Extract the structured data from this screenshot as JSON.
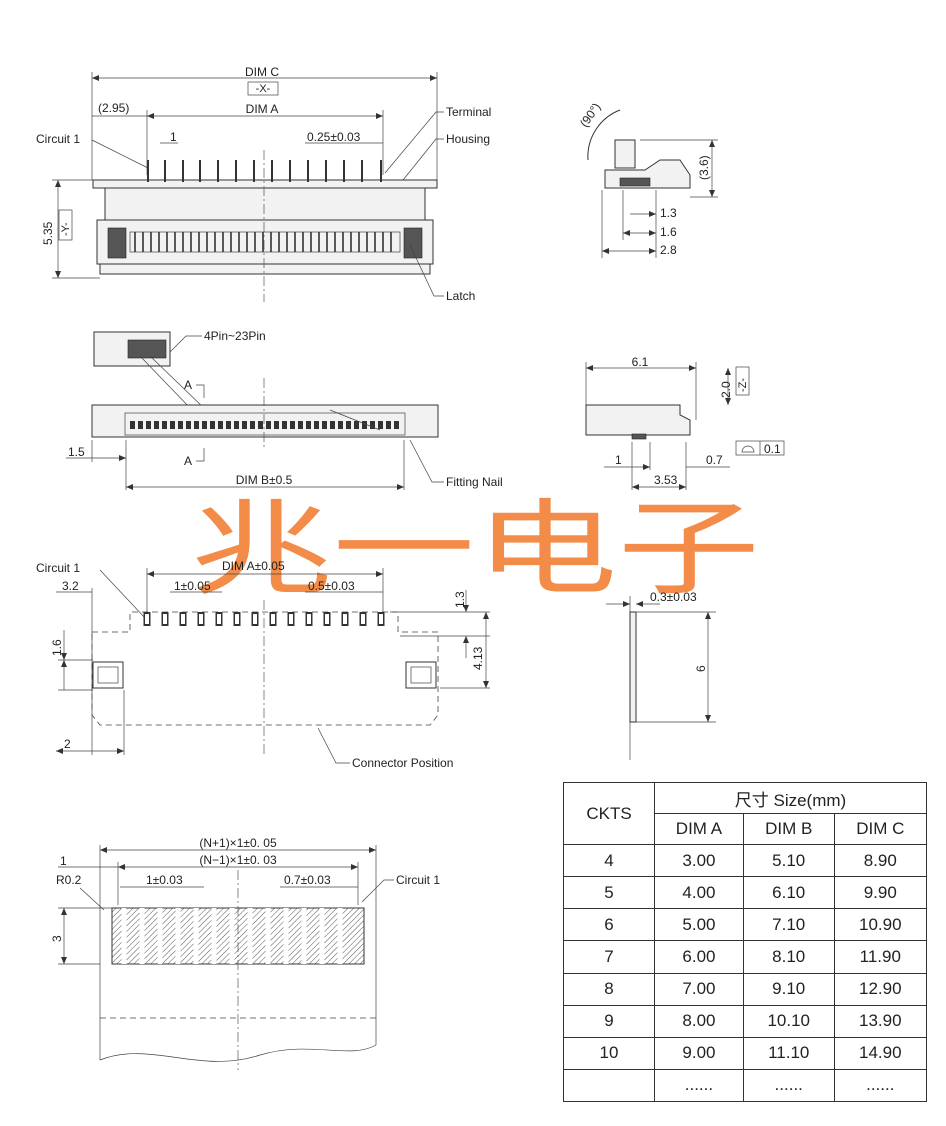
{
  "top_view": {
    "dim_c": "DIM C",
    "x_datum": "-X-",
    "dim_a": "DIM A",
    "offset": "(2.95)",
    "circuit1": "Circuit 1",
    "pin1": "1",
    "pitch": "0.25±0.03",
    "terminal": "Terminal",
    "housing": "Housing",
    "latch": "Latch",
    "height": "5.35",
    "y_datum": "-Y-"
  },
  "side_view": {
    "angle": "(90°)",
    "h": "(3.6)",
    "d1": "1.3",
    "d2": "1.6",
    "d3": "2.8"
  },
  "front_view": {
    "pins": "4Pin~23Pin",
    "section_a": "A",
    "left": "1.5",
    "dim_b": "DIM B±0.5",
    "fitting_nail": "Fitting Nail"
  },
  "end_view": {
    "w": "6.1",
    "h": "2.0",
    "z_datum": "-Z-",
    "flat": "0.1",
    "d1": "1",
    "d2": "0.7",
    "d3": "3.53"
  },
  "watermark": "兆一电子",
  "pcb_layout": {
    "circuit1": "Circuit 1",
    "edge": "3.2",
    "dim_a": "DIM A±0.05",
    "pitch1": "1±0.05",
    "pitch2": "0.5±0.03",
    "pad_h": "1.3",
    "nail_h": "1.6",
    "total_h": "4.13",
    "edge2": "2",
    "connector_position": "Connector Position"
  },
  "fpc_side": {
    "thickness": "0.3±0.03",
    "length": "6"
  },
  "fpc_layout": {
    "total": "(N+1)×1±0. 05",
    "pitch_span": "(N−1)×1±0. 03",
    "one": "1",
    "radius": "R0.2",
    "pitch1": "1±0.03",
    "pitch2": "0.7±0.03",
    "circuit1": "Circuit 1",
    "height": "3"
  },
  "size_table": {
    "col_ckts": "CKTS",
    "group_header": "尺寸 Size(mm)",
    "col_a": "DIM A",
    "col_b": "DIM B",
    "col_c": "DIM C",
    "rows": [
      [
        "4",
        "3.00",
        "5.10",
        "8.90"
      ],
      [
        "5",
        "4.00",
        "6.10",
        "9.90"
      ],
      [
        "6",
        "5.00",
        "7.10",
        "10.90"
      ],
      [
        "7",
        "6.00",
        "8.10",
        "11.90"
      ],
      [
        "8",
        "7.00",
        "9.10",
        "12.90"
      ],
      [
        "9",
        "8.00",
        "10.10",
        "13.90"
      ],
      [
        "10",
        "9.00",
        "11.10",
        "14.90"
      ],
      [
        "",
        "......",
        "......",
        "......"
      ]
    ]
  }
}
